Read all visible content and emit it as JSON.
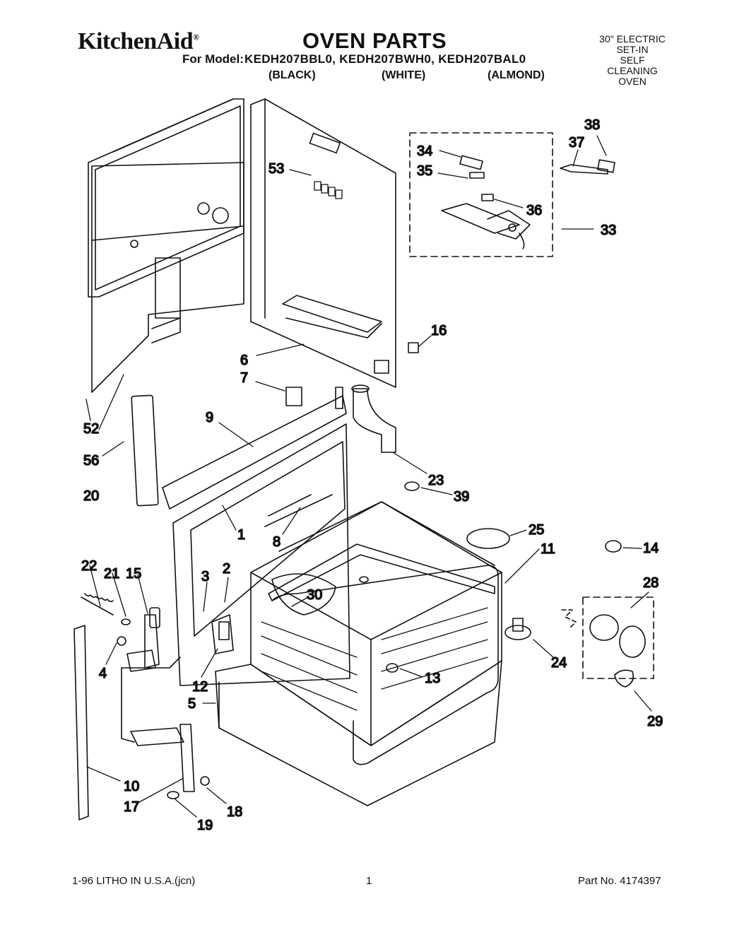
{
  "header": {
    "brand": "KitchenAid",
    "brand_mark": "®",
    "title": "OVEN PARTS",
    "models_label": "For Model:",
    "models": "KEDH207BBL0, KEDH207BWH0, KEDH207BAL0",
    "colors": [
      "(BLACK)",
      "(WHITE)",
      "(ALMOND)"
    ],
    "description": [
      "30\" ELECTRIC",
      "SET-IN",
      "SELF",
      "CLEANING",
      "OVEN"
    ]
  },
  "callouts": [
    "38",
    "37",
    "34",
    "35",
    "36",
    "33",
    "53",
    "16",
    "6",
    "7",
    "9",
    "52",
    "56",
    "20",
    "23",
    "39",
    "1",
    "8",
    "25",
    "11",
    "14",
    "28",
    "22",
    "21",
    "15",
    "3",
    "2",
    "30",
    "4",
    "12",
    "5",
    "24",
    "13",
    "29",
    "10",
    "17",
    "18",
    "19"
  ],
  "footer": {
    "left": "1-96 LITHO IN U.S.A.(jcn)",
    "page": "1",
    "part_no": "Part No. 4174397"
  }
}
